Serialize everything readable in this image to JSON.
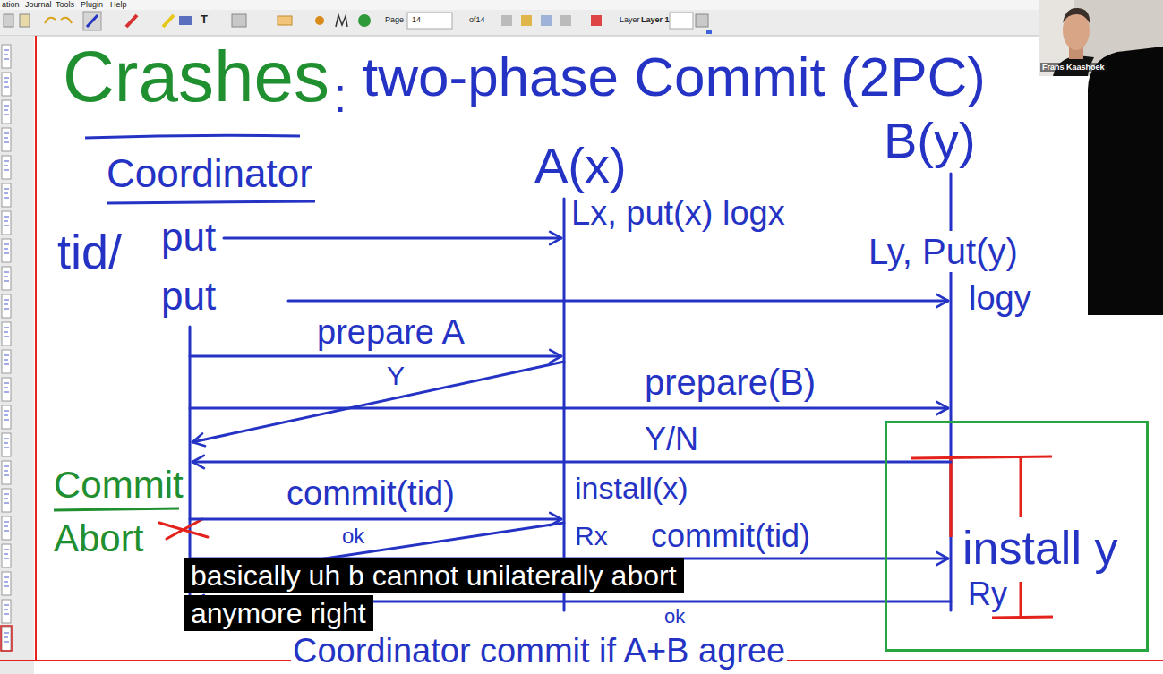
{
  "diagram": {
    "title": "two-phase Commit (2PC)",
    "nodes": [
      {
        "text": [
          "Coordinator"
        ]
      },
      {
        "text": [
          "A(x)"
        ]
      },
      {
        "text": [
          "B(y)"
        ]
      },
      {
        "text": [
          "install y",
          "Ry"
        ]
      }
    ],
    "edges": [
      {
        "from": 0,
        "to": 1,
        "label": "put",
        "arrow": "to"
      },
      {
        "from": 0,
        "to": 2,
        "label": "put",
        "arrow": "to"
      },
      {
        "from": 0,
        "to": 1,
        "label": "prepare A",
        "arrow": "to"
      },
      {
        "from": 1,
        "to": 0,
        "label": "Y",
        "arrow": "to"
      },
      {
        "from": 0,
        "to": 2,
        "label": "prepare(B)",
        "arrow": "to"
      },
      {
        "from": 2,
        "to": 0,
        "label": "Y/N",
        "arrow": "to"
      },
      {
        "from": 0,
        "to": 1,
        "label": "commit(tid)",
        "arrow": "to"
      },
      {
        "from": 1,
        "to": 0,
        "label": "ok",
        "arrow": "to"
      },
      {
        "from": 0,
        "to": 2,
        "label": "commit(tid)",
        "arrow": "to"
      },
      {
        "from": 2,
        "to": 0,
        "label": "ok",
        "arrow": "to"
      }
    ],
    "labels": [
      "ation",
      "Journal",
      "Tools",
      "Plugin",
      "Help",
      "Page",
      "14",
      "of14",
      "Layer",
      "Layer 1",
      "Frans Kaashoek",
      "Crashes",
      ":",
      "tid/",
      "Lx, put(x) logx",
      "Ly, Put(y)",
      "logy",
      "Commit",
      "Abort",
      "install(x)",
      "Rx",
      "Coordinator commit if A+B agree",
      "basically uh b cannot unilaterally abort anymore right",
      "T"
    ]
  }
}
